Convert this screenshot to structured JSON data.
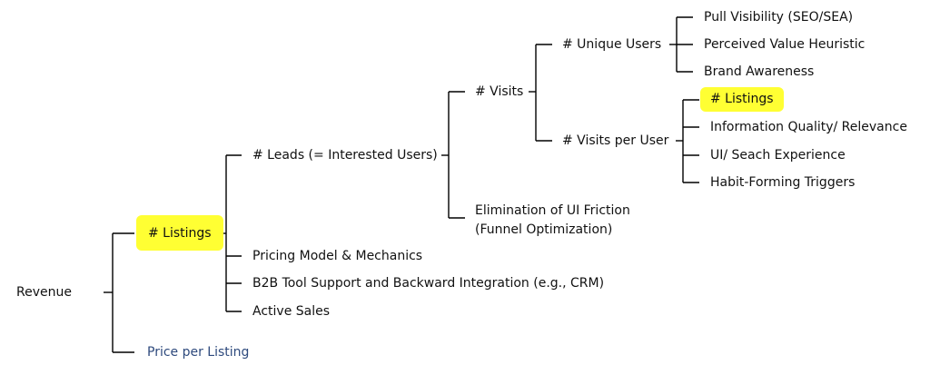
{
  "tree": {
    "root": "Revenue",
    "price_per_listing": "Price per Listing",
    "listings_main": "# Listings",
    "leads": "# Leads (= Interested Users)",
    "pricing_model": "Pricing Model & Mechanics",
    "b2b_tool": "B2B Tool Support and Backward Integration (e.g., CRM)",
    "active_sales": "Active Sales",
    "visits": "# Visits",
    "elimination_line1": "Elimination of UI Friction",
    "elimination_line2": "(Funnel Optimization)",
    "unique_users": "# Unique Users",
    "visits_per_user": "# Visits per User",
    "pull_visibility": "Pull Visibility (SEO/SEA)",
    "perceived_value": "Perceived Value Heuristic",
    "brand_awareness": "Brand Awareness",
    "listings_sub": "# Listings",
    "info_quality": "Information Quality/ Relevance",
    "ui_search": "UI/ Seach Experience",
    "habit_forming": "Habit-Forming Triggers"
  },
  "colors": {
    "highlight": "#ffff33",
    "price_text": "#2e4a7d",
    "lines": "#000000"
  }
}
